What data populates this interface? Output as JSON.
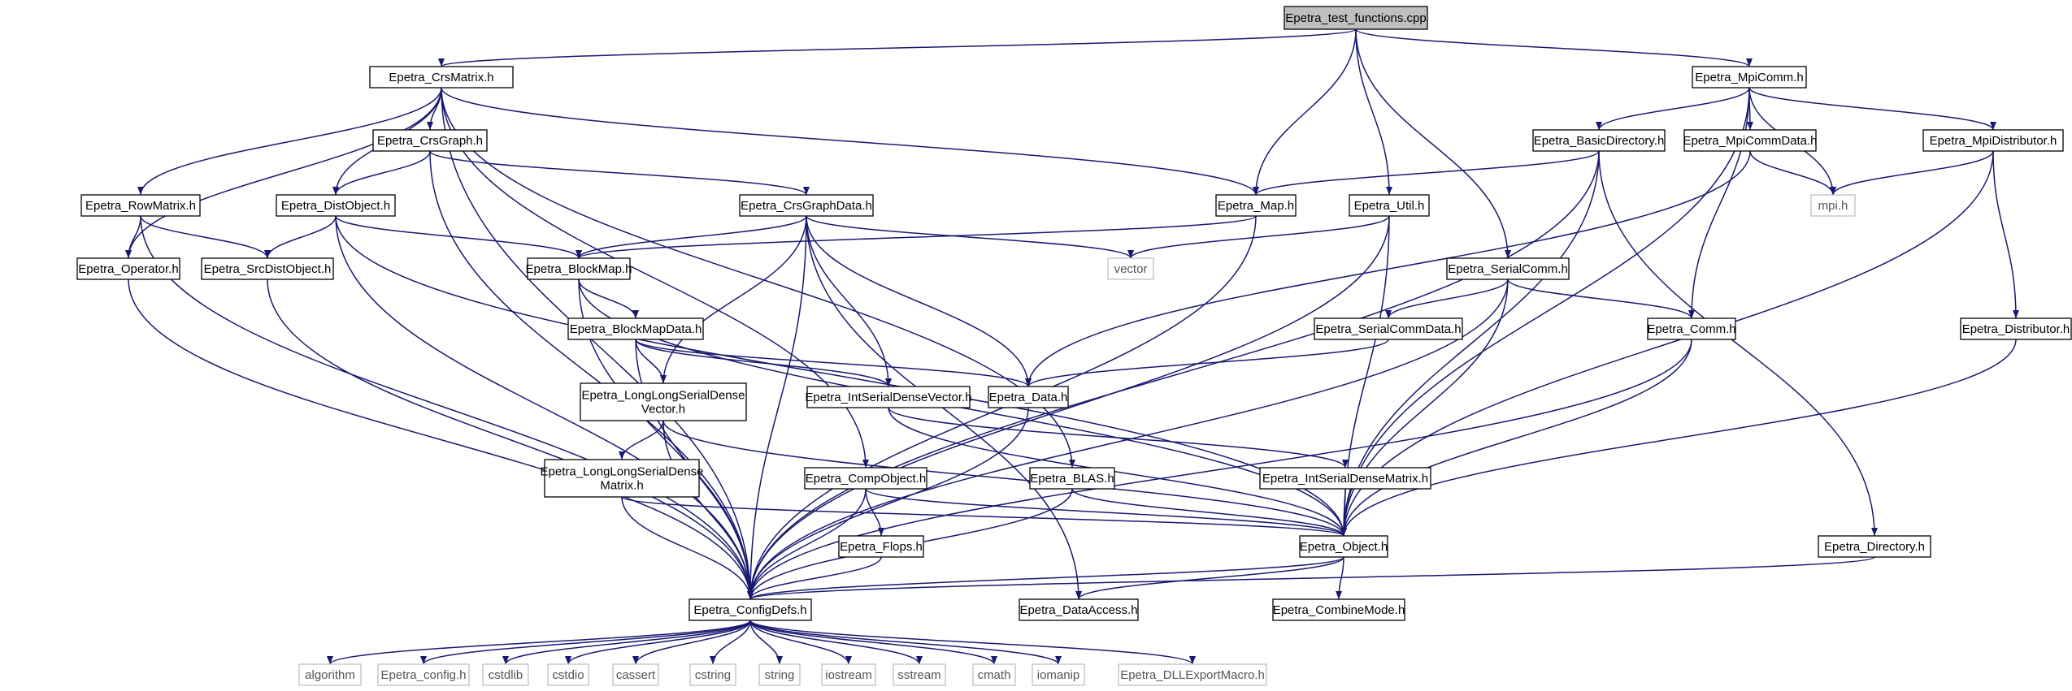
{
  "diagram": {
    "nodes": [
      {
        "id": "root",
        "lines": [
          "Epetra_test_functions.cpp"
        ],
        "style": "root"
      },
      {
        "id": "crsmatrix",
        "lines": [
          "Epetra_CrsMatrix.h"
        ],
        "style": "normal"
      },
      {
        "id": "mpicomm",
        "lines": [
          "Epetra_MpiComm.h"
        ],
        "style": "normal"
      },
      {
        "id": "crsgraph",
        "lines": [
          "Epetra_CrsGraph.h"
        ],
        "style": "normal"
      },
      {
        "id": "basicdir",
        "lines": [
          "Epetra_BasicDirectory.h"
        ],
        "style": "normal"
      },
      {
        "id": "mpicommdata",
        "lines": [
          "Epetra_MpiCommData.h"
        ],
        "style": "normal"
      },
      {
        "id": "mpidist",
        "lines": [
          "Epetra_MpiDistributor.h"
        ],
        "style": "normal"
      },
      {
        "id": "rowmatrix",
        "lines": [
          "Epetra_RowMatrix.h"
        ],
        "style": "normal"
      },
      {
        "id": "distobject",
        "lines": [
          "Epetra_DistObject.h"
        ],
        "style": "normal"
      },
      {
        "id": "crsgraphdata",
        "lines": [
          "Epetra_CrsGraphData.h"
        ],
        "style": "normal"
      },
      {
        "id": "map",
        "lines": [
          "Epetra_Map.h"
        ],
        "style": "normal"
      },
      {
        "id": "util",
        "lines": [
          "Epetra_Util.h"
        ],
        "style": "normal"
      },
      {
        "id": "mpih",
        "lines": [
          "mpi.h"
        ],
        "style": "gray"
      },
      {
        "id": "operator",
        "lines": [
          "Epetra_Operator.h"
        ],
        "style": "normal"
      },
      {
        "id": "srcdist",
        "lines": [
          "Epetra_SrcDistObject.h"
        ],
        "style": "normal"
      },
      {
        "id": "blockmap",
        "lines": [
          "Epetra_BlockMap.h"
        ],
        "style": "normal"
      },
      {
        "id": "vector",
        "lines": [
          "vector"
        ],
        "style": "gray"
      },
      {
        "id": "serialcomm",
        "lines": [
          "Epetra_SerialComm.h"
        ],
        "style": "normal"
      },
      {
        "id": "blockmapdata",
        "lines": [
          "Epetra_BlockMapData.h"
        ],
        "style": "normal"
      },
      {
        "id": "serialcommdata",
        "lines": [
          "Epetra_SerialCommData.h"
        ],
        "style": "normal"
      },
      {
        "id": "comm",
        "lines": [
          "Epetra_Comm.h"
        ],
        "style": "normal"
      },
      {
        "id": "distributor",
        "lines": [
          "Epetra_Distributor.h"
        ],
        "style": "normal"
      },
      {
        "id": "llsdv",
        "lines": [
          "Epetra_LongLongSerialDense",
          "Vector.h"
        ],
        "style": "normal"
      },
      {
        "id": "intsdv",
        "lines": [
          "Epetra_IntSerialDenseVector.h"
        ],
        "style": "normal"
      },
      {
        "id": "data",
        "lines": [
          "Epetra_Data.h"
        ],
        "style": "normal"
      },
      {
        "id": "llsdm",
        "lines": [
          "Epetra_LongLongSerialDense",
          "Matrix.h"
        ],
        "style": "normal"
      },
      {
        "id": "compobject",
        "lines": [
          "Epetra_CompObject.h"
        ],
        "style": "normal"
      },
      {
        "id": "blas",
        "lines": [
          "Epetra_BLAS.h"
        ],
        "style": "normal"
      },
      {
        "id": "intsdm",
        "lines": [
          "Epetra_IntSerialDenseMatrix.h"
        ],
        "style": "normal"
      },
      {
        "id": "flops",
        "lines": [
          "Epetra_Flops.h"
        ],
        "style": "normal"
      },
      {
        "id": "object",
        "lines": [
          "Epetra_Object.h"
        ],
        "style": "normal"
      },
      {
        "id": "directory",
        "lines": [
          "Epetra_Directory.h"
        ],
        "style": "normal"
      },
      {
        "id": "configdefs",
        "lines": [
          "Epetra_ConfigDefs.h"
        ],
        "style": "normal"
      },
      {
        "id": "dataaccess",
        "lines": [
          "Epetra_DataAccess.h"
        ],
        "style": "normal"
      },
      {
        "id": "combinemode",
        "lines": [
          "Epetra_CombineMode.h"
        ],
        "style": "normal"
      },
      {
        "id": "algorithm",
        "lines": [
          "algorithm"
        ],
        "style": "gray"
      },
      {
        "id": "epconfig",
        "lines": [
          "Epetra_config.h"
        ],
        "style": "gray"
      },
      {
        "id": "cstdlib",
        "lines": [
          "cstdlib"
        ],
        "style": "gray"
      },
      {
        "id": "cstdio",
        "lines": [
          "cstdio"
        ],
        "style": "gray"
      },
      {
        "id": "cassert",
        "lines": [
          "cassert"
        ],
        "style": "gray"
      },
      {
        "id": "cstring",
        "lines": [
          "cstring"
        ],
        "style": "gray"
      },
      {
        "id": "string",
        "lines": [
          "string"
        ],
        "style": "gray"
      },
      {
        "id": "iostream",
        "lines": [
          "iostream"
        ],
        "style": "gray"
      },
      {
        "id": "sstream",
        "lines": [
          "sstream"
        ],
        "style": "gray"
      },
      {
        "id": "cmath",
        "lines": [
          "cmath"
        ],
        "style": "gray"
      },
      {
        "id": "iomanip",
        "lines": [
          "iomanip"
        ],
        "style": "gray"
      },
      {
        "id": "dllexport",
        "lines": [
          "Epetra_DLLExportMacro.h"
        ],
        "style": "gray"
      }
    ],
    "edges": [
      [
        "root",
        "crsmatrix"
      ],
      [
        "root",
        "mpicomm"
      ],
      [
        "root",
        "map"
      ],
      [
        "root",
        "util"
      ],
      [
        "root",
        "serialcomm"
      ],
      [
        "crsmatrix",
        "crsgraph"
      ],
      [
        "crsmatrix",
        "rowmatrix"
      ],
      [
        "crsmatrix",
        "distobject"
      ],
      [
        "crsmatrix",
        "operator"
      ],
      [
        "crsmatrix",
        "map"
      ],
      [
        "crsmatrix",
        "configdefs"
      ],
      [
        "crsmatrix",
        "compobject"
      ],
      [
        "crsmatrix",
        "blas"
      ],
      [
        "crsgraph",
        "distobject"
      ],
      [
        "crsgraph",
        "crsgraphdata"
      ],
      [
        "crsgraph",
        "configdefs"
      ],
      [
        "rowmatrix",
        "operator"
      ],
      [
        "rowmatrix",
        "srcdist"
      ],
      [
        "rowmatrix",
        "configdefs"
      ],
      [
        "distobject",
        "srcdist"
      ],
      [
        "distobject",
        "blockmap"
      ],
      [
        "distobject",
        "object"
      ],
      [
        "distobject",
        "configdefs"
      ],
      [
        "crsgraphdata",
        "blockmap"
      ],
      [
        "crsgraphdata",
        "vector"
      ],
      [
        "crsgraphdata",
        "data"
      ],
      [
        "crsgraphdata",
        "intsdv"
      ],
      [
        "crsgraphdata",
        "llsdv"
      ],
      [
        "crsgraphdata",
        "configdefs"
      ],
      [
        "crsgraphdata",
        "dataaccess"
      ],
      [
        "map",
        "blockmap"
      ],
      [
        "map",
        "configdefs"
      ],
      [
        "util",
        "vector"
      ],
      [
        "util",
        "object"
      ],
      [
        "util",
        "configdefs"
      ],
      [
        "mpicomm",
        "basicdir"
      ],
      [
        "mpicomm",
        "mpicommdata"
      ],
      [
        "mpicomm",
        "mpidist"
      ],
      [
        "mpicomm",
        "mpih"
      ],
      [
        "mpicomm",
        "object"
      ],
      [
        "mpicomm",
        "comm"
      ],
      [
        "basicdir",
        "map"
      ],
      [
        "basicdir",
        "directory"
      ],
      [
        "basicdir",
        "object"
      ],
      [
        "basicdir",
        "configdefs"
      ],
      [
        "mpicommdata",
        "data"
      ],
      [
        "mpicommdata",
        "mpih"
      ],
      [
        "mpidist",
        "mpih"
      ],
      [
        "mpidist",
        "distributor"
      ],
      [
        "mpidist",
        "object"
      ],
      [
        "operator",
        "configdefs"
      ],
      [
        "srcdist",
        "configdefs"
      ],
      [
        "blockmap",
        "blockmapdata"
      ],
      [
        "blockmap",
        "object"
      ],
      [
        "blockmap",
        "configdefs"
      ],
      [
        "blockmapdata",
        "data"
      ],
      [
        "blockmapdata",
        "intsdv"
      ],
      [
        "blockmapdata",
        "llsdv"
      ],
      [
        "blockmapdata",
        "configdefs"
      ],
      [
        "serialcomm",
        "serialcommdata"
      ],
      [
        "serialcomm",
        "comm"
      ],
      [
        "serialcomm",
        "object"
      ],
      [
        "serialcomm",
        "configdefs"
      ],
      [
        "serialcommdata",
        "data"
      ],
      [
        "comm",
        "object"
      ],
      [
        "comm",
        "configdefs"
      ],
      [
        "distributor",
        "object"
      ],
      [
        "llsdv",
        "llsdm"
      ],
      [
        "llsdv",
        "object"
      ],
      [
        "llsdv",
        "configdefs"
      ],
      [
        "intsdv",
        "intsdm"
      ],
      [
        "intsdv",
        "object"
      ],
      [
        "data",
        "configdefs"
      ],
      [
        "llsdm",
        "object"
      ],
      [
        "llsdm",
        "configdefs"
      ],
      [
        "compobject",
        "flops"
      ],
      [
        "compobject",
        "object"
      ],
      [
        "compobject",
        "configdefs"
      ],
      [
        "blas",
        "object"
      ],
      [
        "blas",
        "configdefs"
      ],
      [
        "intsdm",
        "object"
      ],
      [
        "flops",
        "configdefs"
      ],
      [
        "object",
        "configdefs"
      ],
      [
        "object",
        "dataaccess"
      ],
      [
        "object",
        "combinemode"
      ],
      [
        "directory",
        "configdefs"
      ],
      [
        "configdefs",
        "algorithm"
      ],
      [
        "configdefs",
        "epconfig"
      ],
      [
        "configdefs",
        "cstdlib"
      ],
      [
        "configdefs",
        "cstdio"
      ],
      [
        "configdefs",
        "cassert"
      ],
      [
        "configdefs",
        "cstring"
      ],
      [
        "configdefs",
        "string"
      ],
      [
        "configdefs",
        "iostream"
      ],
      [
        "configdefs",
        "sstream"
      ],
      [
        "configdefs",
        "cmath"
      ],
      [
        "configdefs",
        "iomanip"
      ],
      [
        "configdefs",
        "dllexport"
      ]
    ]
  }
}
